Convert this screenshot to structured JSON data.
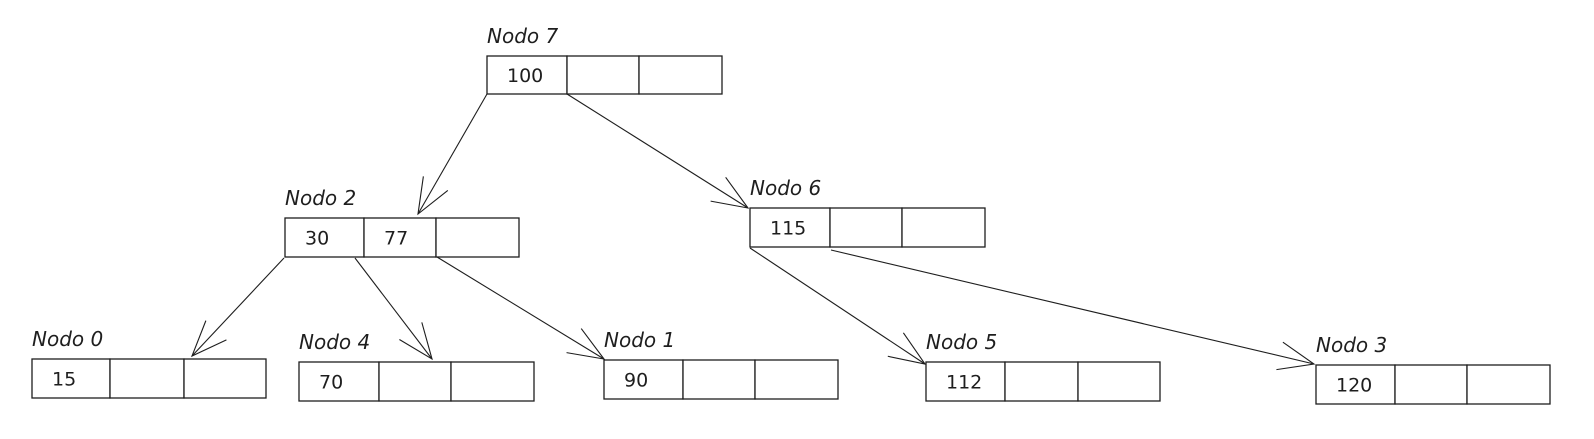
{
  "nodes": [
    {
      "id": "nodo-7",
      "title": "Nodo 7",
      "keys": [
        "100",
        "",
        ""
      ]
    },
    {
      "id": "nodo-2",
      "title": "Nodo 2",
      "keys": [
        "30",
        "77",
        ""
      ]
    },
    {
      "id": "nodo-6",
      "title": "Nodo 6",
      "keys": [
        "115",
        "",
        ""
      ]
    },
    {
      "id": "nodo-0",
      "title": "Nodo 0",
      "keys": [
        "15",
        "",
        ""
      ]
    },
    {
      "id": "nodo-4",
      "title": "Nodo 4",
      "keys": [
        "70",
        "",
        ""
      ]
    },
    {
      "id": "nodo-1",
      "title": "Nodo 1",
      "keys": [
        "90",
        "",
        ""
      ]
    },
    {
      "id": "nodo-5",
      "title": "Nodo 5",
      "keys": [
        "112",
        "",
        ""
      ]
    },
    {
      "id": "nodo-3",
      "title": "Nodo 3",
      "keys": [
        "120",
        "",
        ""
      ]
    }
  ],
  "edges": [
    {
      "from": "nodo-7",
      "to": "nodo-2"
    },
    {
      "from": "nodo-7",
      "to": "nodo-6"
    },
    {
      "from": "nodo-2",
      "to": "nodo-0"
    },
    {
      "from": "nodo-2",
      "to": "nodo-4"
    },
    {
      "from": "nodo-2",
      "to": "nodo-1"
    },
    {
      "from": "nodo-6",
      "to": "nodo-5"
    },
    {
      "from": "nodo-6",
      "to": "nodo-3"
    }
  ],
  "colors": {
    "stroke": "#1e1e1e",
    "background": "#ffffff"
  }
}
